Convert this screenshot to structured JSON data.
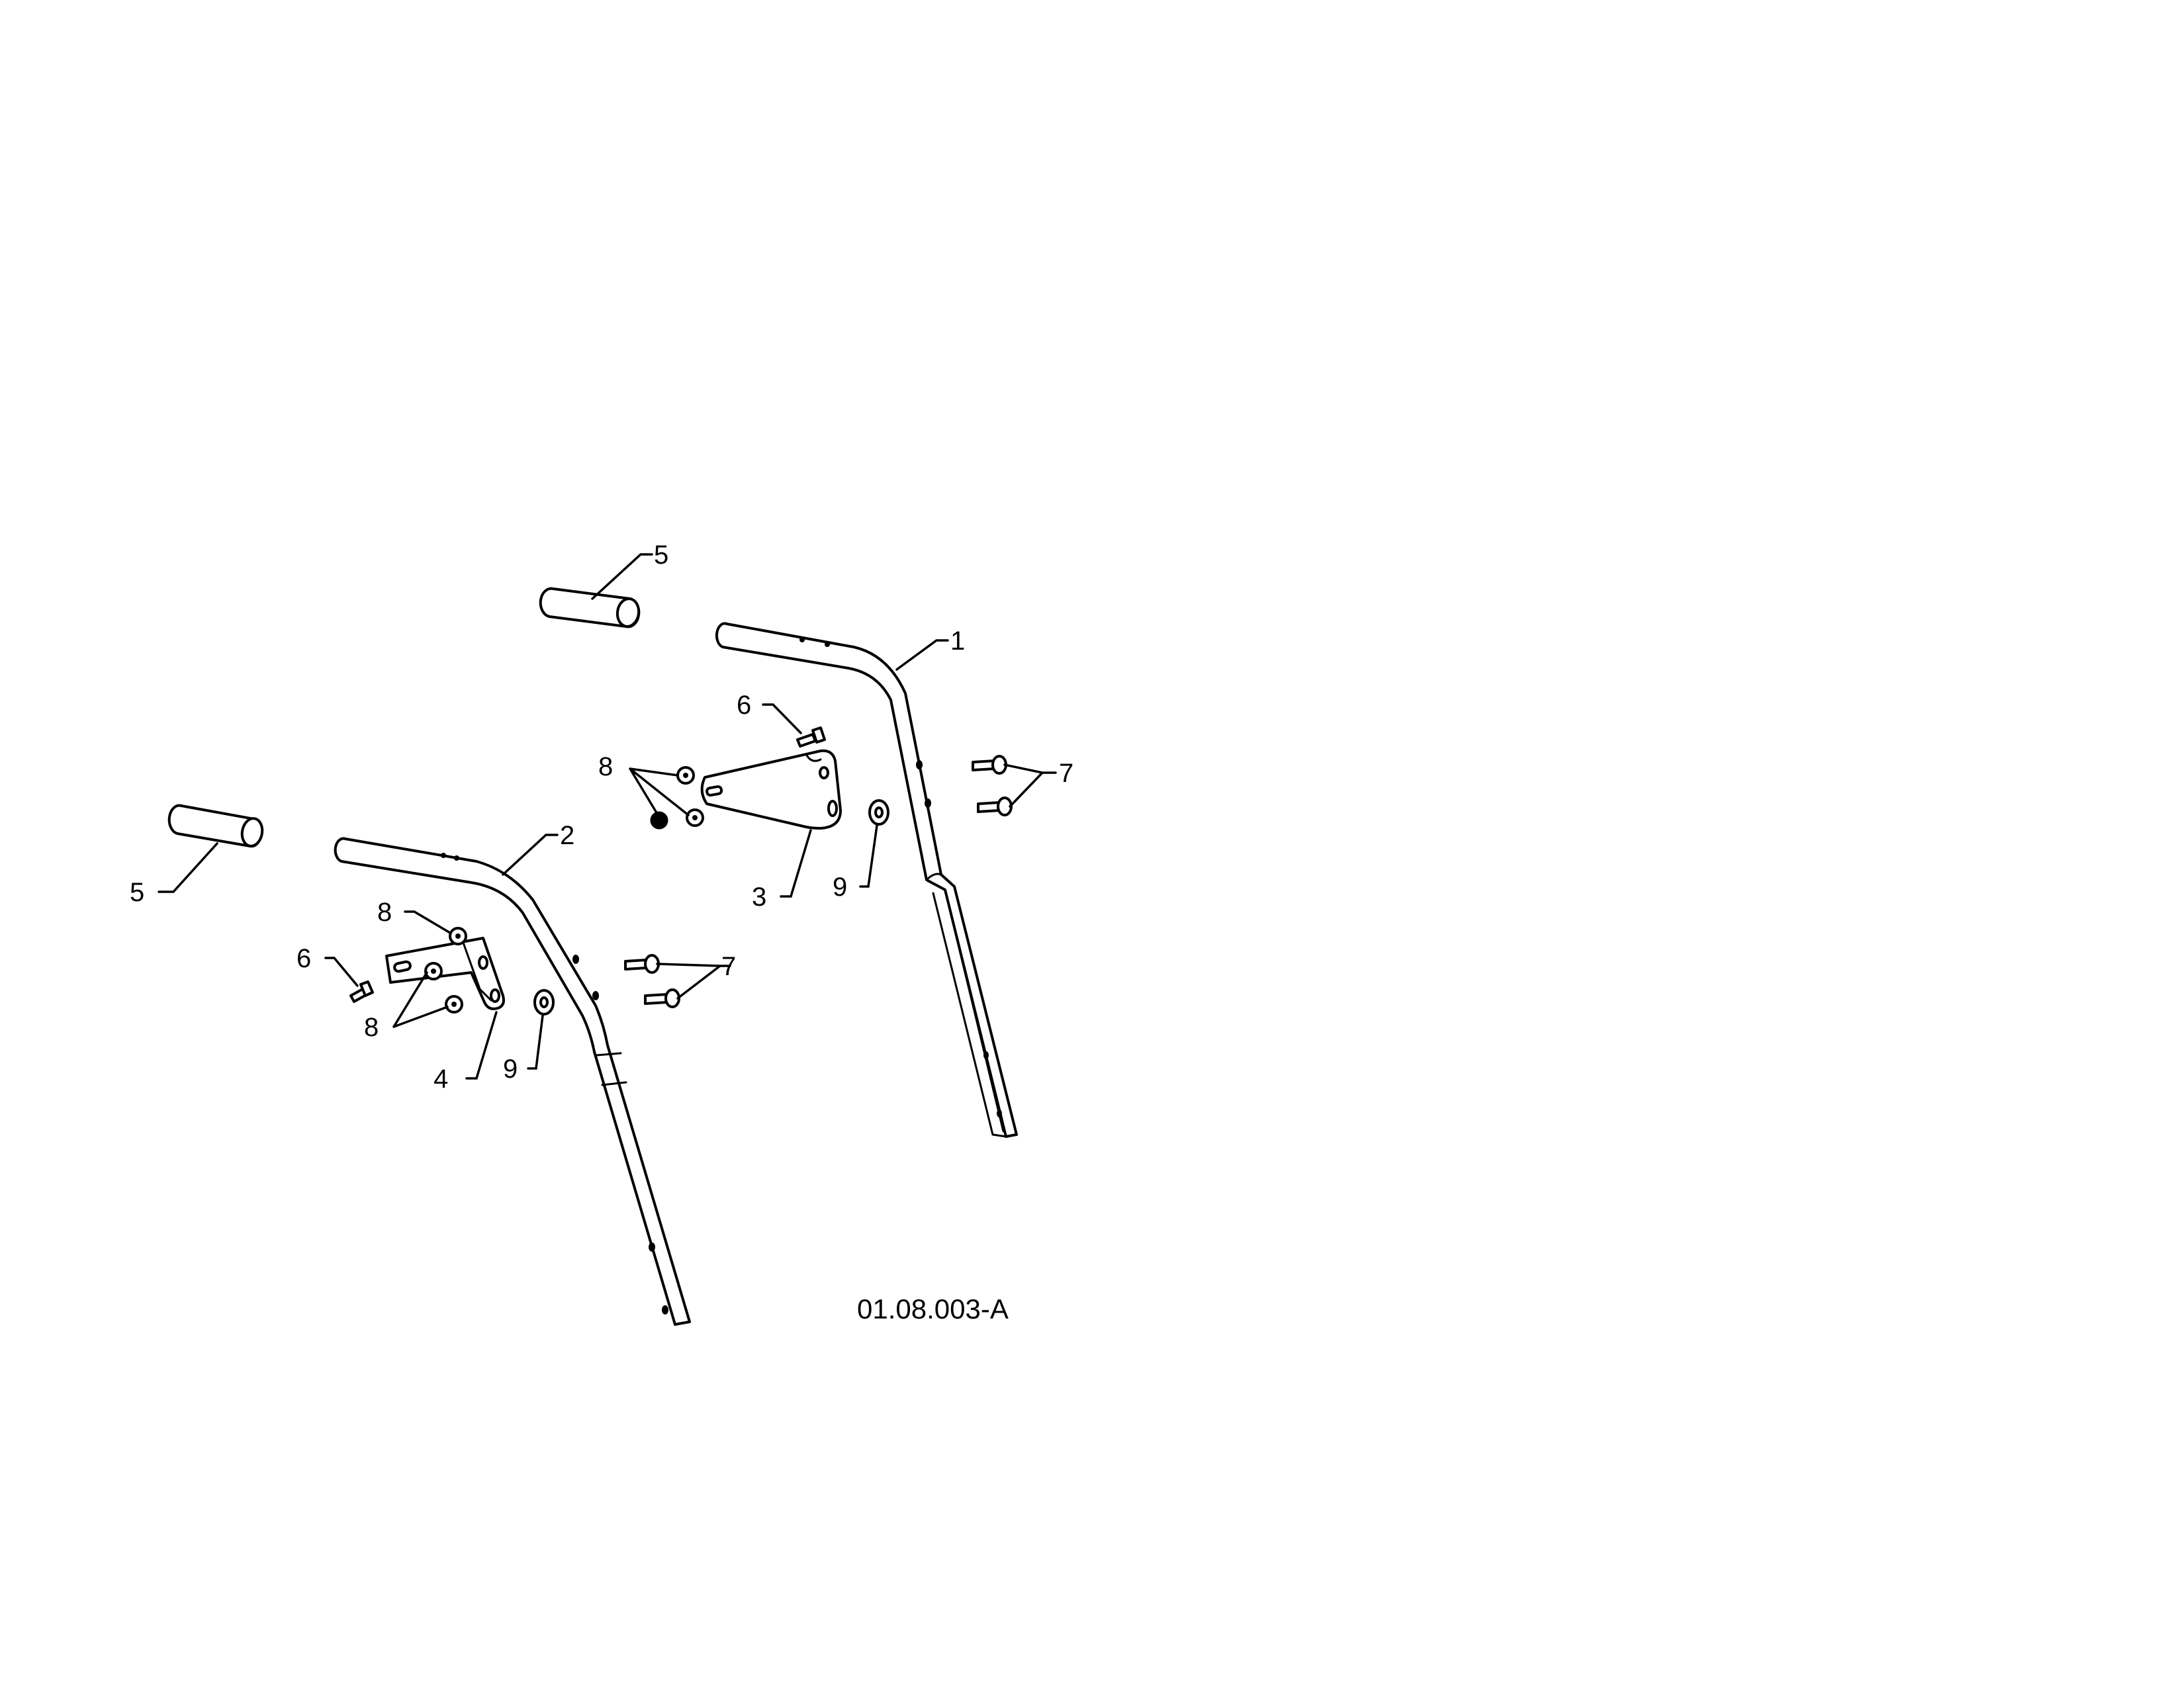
{
  "diagram": {
    "doc_number": "01.08.003-A",
    "callouts": {
      "handle_right": "1",
      "handle_left": "2",
      "bracket_right": "3",
      "bracket_left": "4",
      "grip_top": "5",
      "grip_left": "5",
      "bolt_top": "6",
      "bolt_left": "6",
      "bolts_right": "7",
      "bolts_left": "7",
      "nuts_top": "8",
      "nut_left_top": "8",
      "nuts_left_bottom": "8",
      "washer_right": "9",
      "washer_left": "9"
    }
  }
}
